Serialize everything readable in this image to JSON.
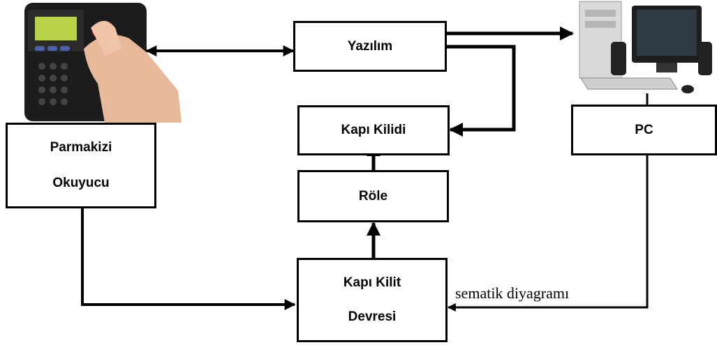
{
  "blocks": {
    "software": "Yazılım",
    "door_lock": "Kapı Kilidi",
    "relay": "Röle",
    "reader_line1": "Parmakizi",
    "reader_line2": "Okuyucu",
    "lock_circuit_line1": "Kapı Kilit",
    "lock_circuit_line2": "Devresi",
    "pc": "PC"
  },
  "caption": "sematik diyagramı",
  "colors": {
    "line": "#000000",
    "background": "#ffffff"
  },
  "images": {
    "reader": "fingerprint-reader-photo",
    "pc": "desktop-computer-photo"
  }
}
